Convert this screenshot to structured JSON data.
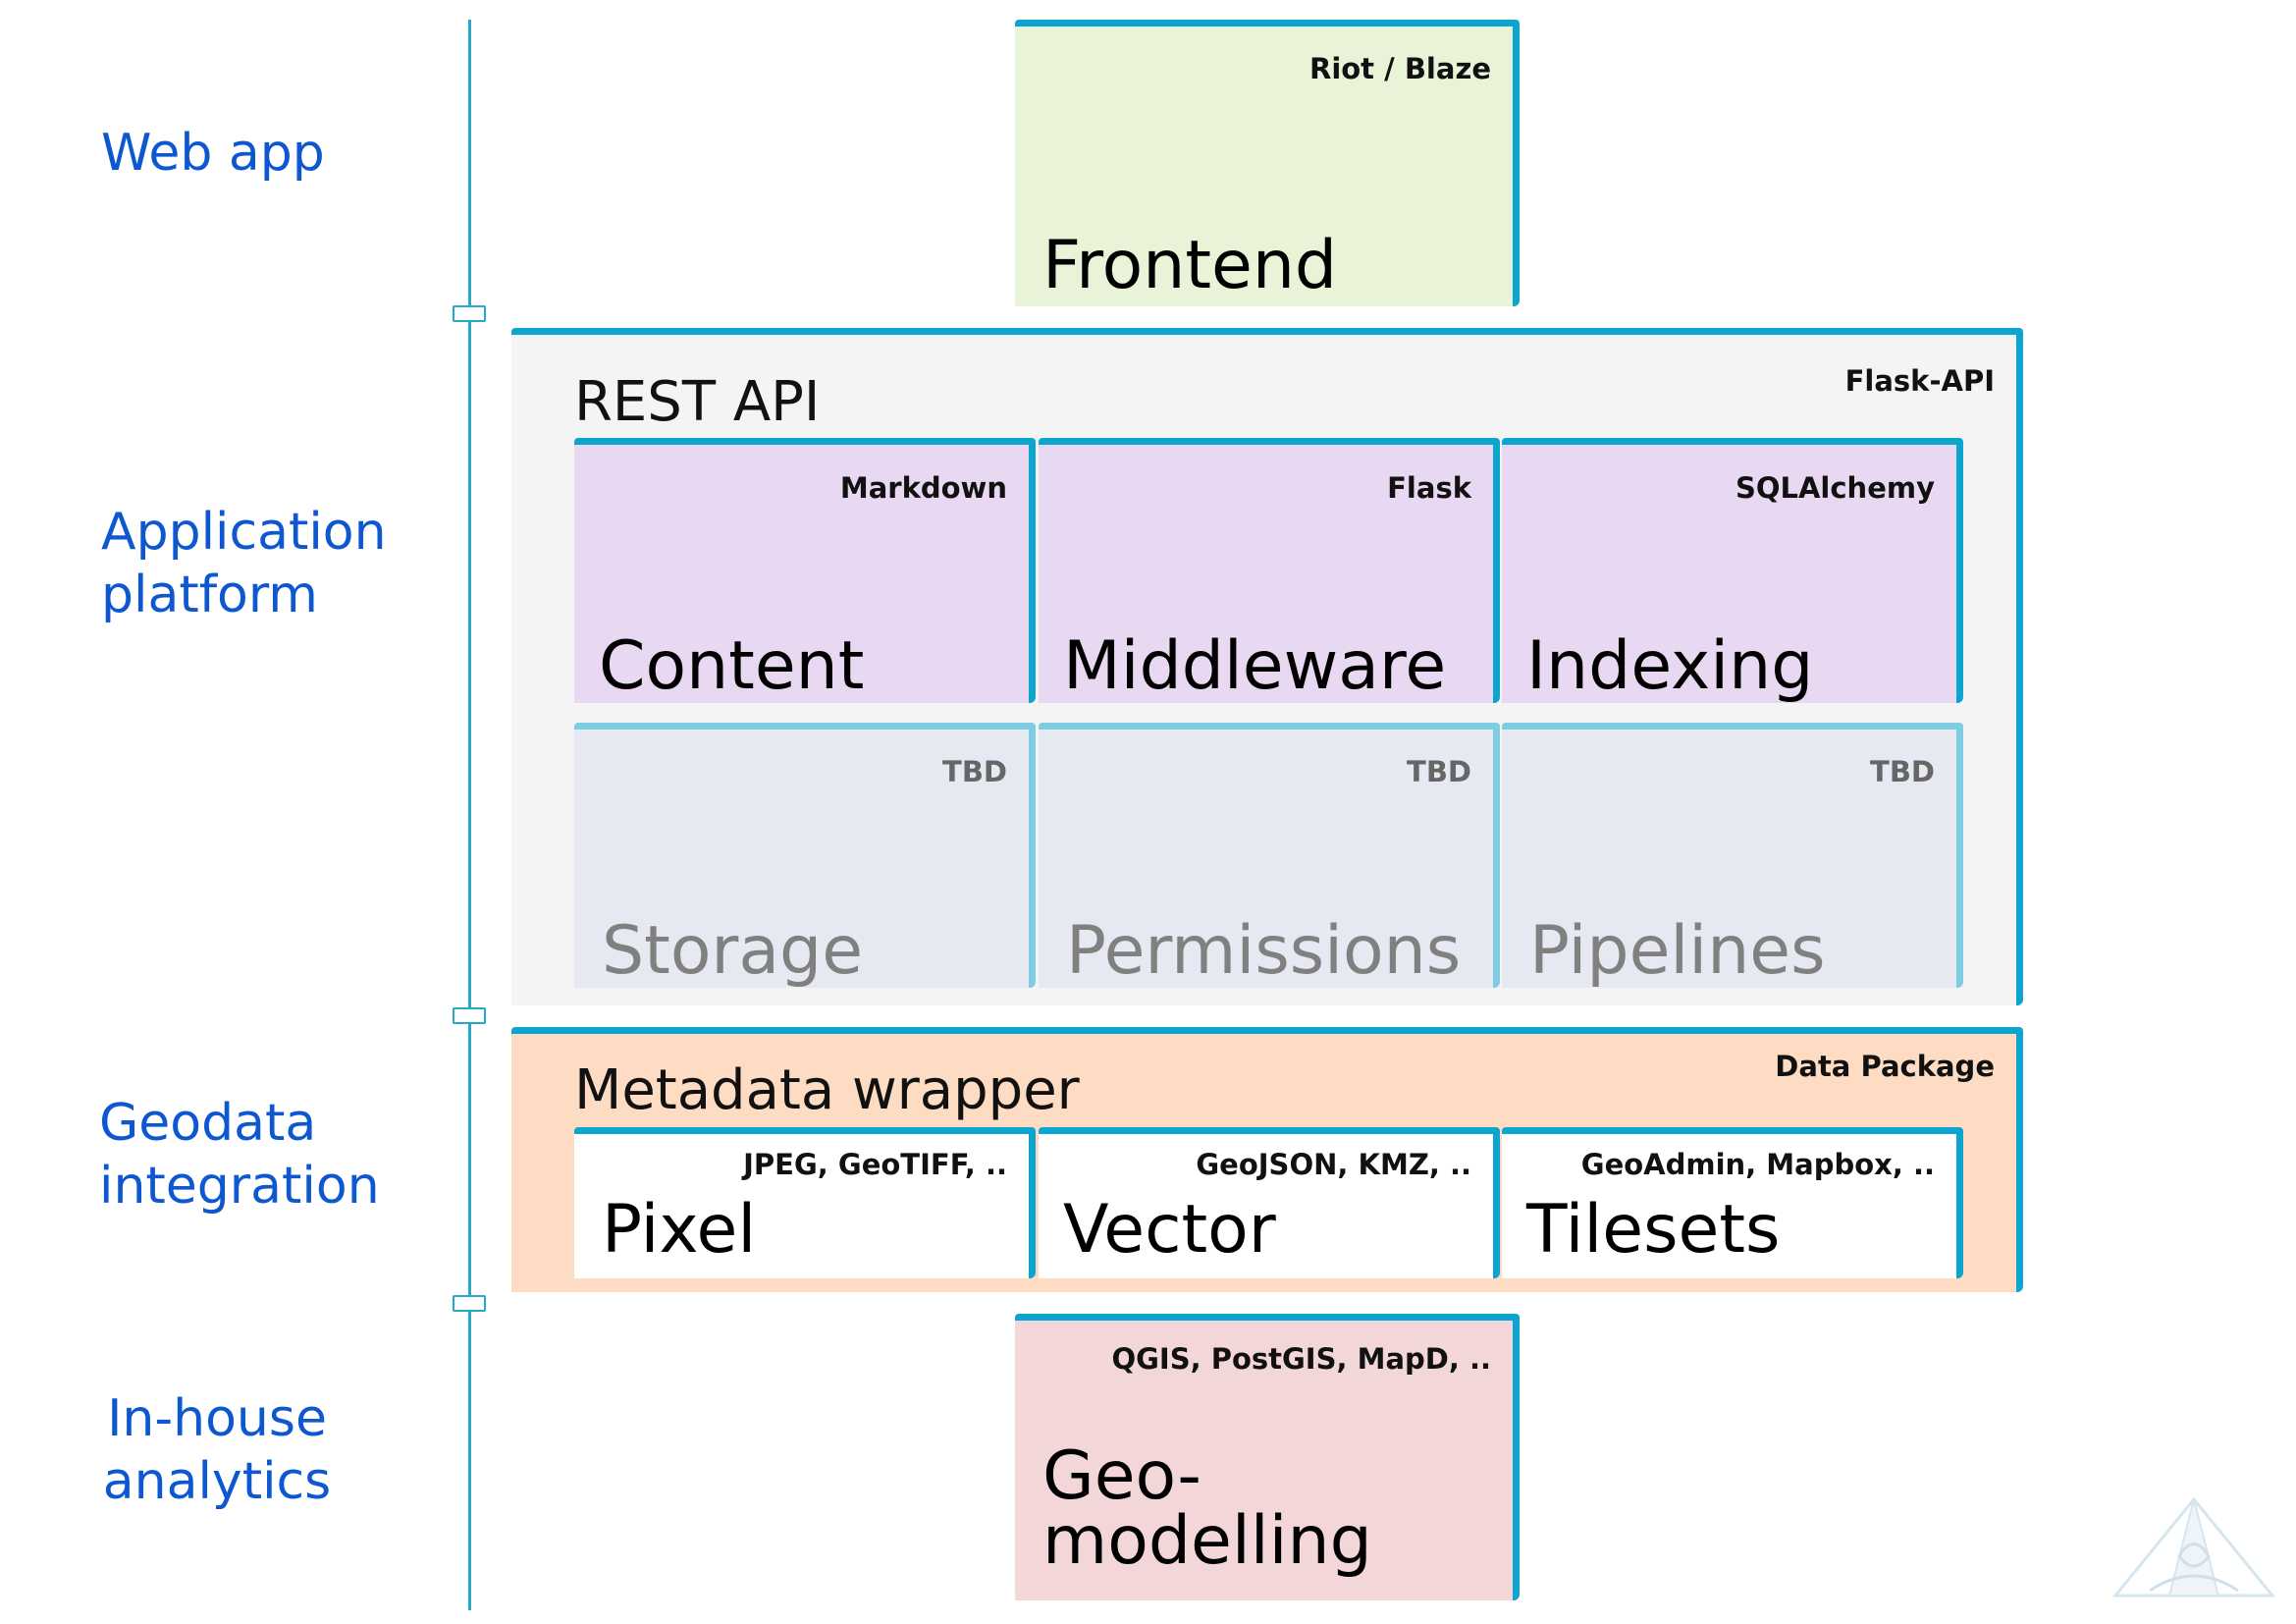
{
  "layers": [
    {
      "id": "web-app",
      "label": "Web app"
    },
    {
      "id": "application-platform",
      "label": "Application\nplatform"
    },
    {
      "id": "geodata-integration",
      "label": "Geodata\nintegration"
    },
    {
      "id": "in-house-analytics",
      "label": "In-house\nanalytics"
    }
  ],
  "frontend": {
    "tech": "Riot / Blaze",
    "title": "Frontend"
  },
  "rest_api": {
    "title": "REST API",
    "tech": "Flask-API",
    "modules": [
      {
        "tech": "Markdown",
        "title": "Content"
      },
      {
        "tech": "Flask",
        "title": "Middleware"
      },
      {
        "tech": "SQLAlchemy",
        "title": "Indexing"
      }
    ],
    "planned": [
      {
        "tech": "TBD",
        "title": "Storage"
      },
      {
        "tech": "TBD",
        "title": "Permissions"
      },
      {
        "tech": "TBD",
        "title": "Pipelines"
      }
    ]
  },
  "metadata_wrapper": {
    "title": "Metadata wrapper",
    "tech": "Data Package",
    "formats": [
      {
        "tech": "JPEG, GeoTIFF, ..",
        "title": "Pixel"
      },
      {
        "tech": "GeoJSON, KMZ, ..",
        "title": "Vector"
      },
      {
        "tech": "GeoAdmin, Mapbox, ..",
        "title": "Tilesets"
      }
    ]
  },
  "geomodelling": {
    "tech": "QGIS, PostGIS, MapD, ..",
    "title": "Geo-\nmodelling"
  },
  "colors": {
    "layer_label": "#0d57d0",
    "accent_border": "#0ba5cf",
    "frontend_bg": "#e9f3d7",
    "rest_bg": "#f4f4f4",
    "module_bg": "#e8d8f1",
    "planned_bg": "#e6e8f2",
    "metadata_bg": "#fedcc3",
    "geomodelling_bg": "#f3d6d7"
  }
}
